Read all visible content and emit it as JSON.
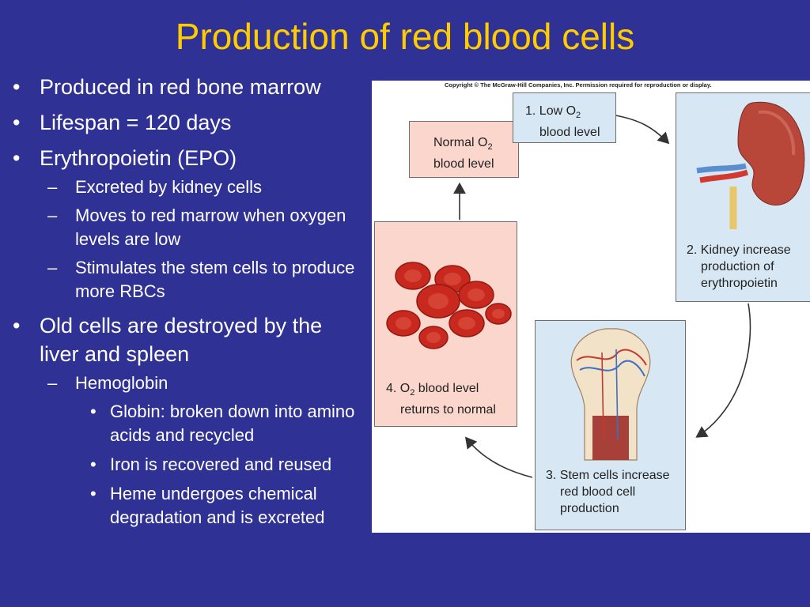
{
  "title": "Production of red blood cells",
  "bullets": {
    "b1": "Produced in red bone marrow",
    "b2": "Lifespan = 120 days",
    "b3": "Erythropoietin (EPO)",
    "b3_1": "Excreted by kidney cells",
    "b3_2": "Moves to red marrow when oxygen levels are low",
    "b3_3": "Stimulates the stem cells to produce more RBCs",
    "b4": "Old cells are destroyed by the liver and spleen",
    "b4_1": "Hemoglobin",
    "b4_1_1": "Globin: broken down into amino acids and recycled",
    "b4_1_2": "Iron is recovered and reused",
    "b4_1_3": "Heme undergoes chemical degradation and is excreted"
  },
  "markers": {
    "level1": "•",
    "level2": "–",
    "level3": "•"
  },
  "figure": {
    "copyright": "Copyright © The McGraw-Hill Companies, Inc. Permission required for reproduction or display.",
    "normal_o2": {
      "line1_pre": "Normal O",
      "sub": "2",
      "line2": "blood level"
    },
    "step1": {
      "line1_pre": "1. Low O",
      "sub": "2",
      "line2": "blood level"
    },
    "step2": {
      "line1": "2. Kidney increase",
      "line2": "production of",
      "line3": "erythropoietin"
    },
    "step3": {
      "line1": "3. Stem cells increase",
      "line2": "red blood cell",
      "line3": "production"
    },
    "step4": {
      "line1_pre": "4. O",
      "sub": "2",
      "line1_post": " blood level",
      "line2": "returns to normal"
    }
  },
  "colors": {
    "background": "#2f3194",
    "title": "#ffcc00",
    "text": "#ffffff",
    "pink_box": "#fad6cc",
    "blue_box": "#d7e8f4",
    "rbc": "#c8281e",
    "kidney": "#b8473a"
  }
}
